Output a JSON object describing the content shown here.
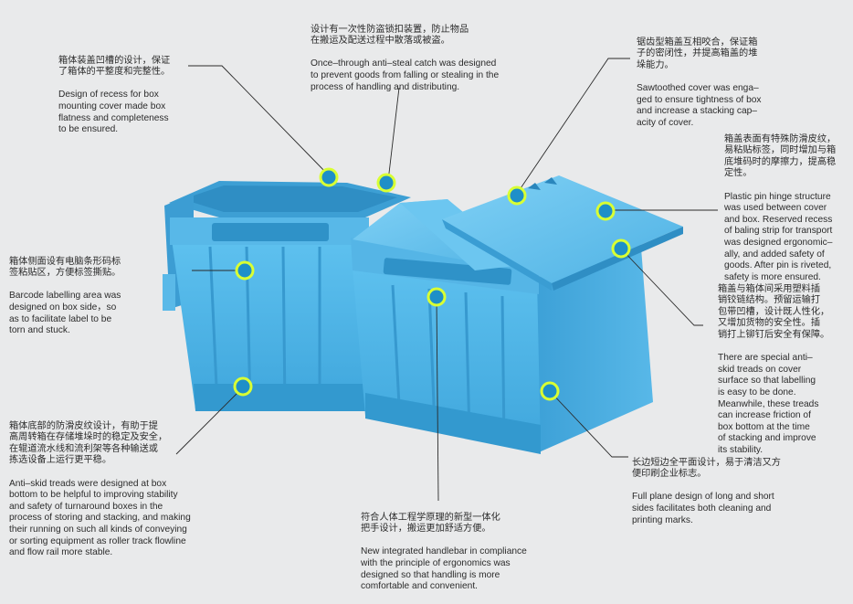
{
  "notes": {
    "recess": {
      "cn": "箱体装盖凹槽的设计，保证\n了箱体的平整度和完整性。",
      "en": "Design of recess for box\nmounting cover made box\nflatness and completeness\nto be ensured."
    },
    "catch": {
      "cn": "设计有一次性防盗锁扣装置，防止物品\n在搬运及配送过程中散落或被盗。",
      "en": "Once–through anti–steal catch was designed\nto prevent goods from falling or stealing in the\nprocess of handling and distributing."
    },
    "sawtooth": {
      "cn": "锯齿型箱盖互相咬合，保证箱\n子的密闭性，并提高箱盖的堆\n垛能力。",
      "en": "Sawtoothed cover was enga–\nged to ensure tightness of box\nand increase a stacking cap–\nacity of cover."
    },
    "hinge": {
      "cn": "箱盖表面有特殊防滑皮纹，\n易粘贴标签，同时增加与箱\n底堆码时的摩擦力，提高稳\n定性。",
      "en": "Plastic pin hinge structure\nwas used between cover\nand box. Reserved recess\nof baling strip for transport\nwas designed ergonomic–\nally, and added safety of\ngoods. After pin is riveted,\nsafety is more ensured."
    },
    "treads": {
      "cn": "箱盖与箱体间采用塑料插\n销铰链结构。预留运输打\n包带凹槽，设计既人性化，\n又增加货物的安全性。插\n销打上铆钉后安全有保障。",
      "en": "There are special anti–\nskid treads on cover\nsurface so that labelling\nis easy to be done.\nMeanwhile, these treads\ncan increase friction of\nbox bottom at the time\nof stacking and improve\nits stability."
    },
    "barcode": {
      "cn": "箱体侧面设有电脑条形码标\n签粘贴区，方便标签撕贴。",
      "en": "Barcode labelling area was\ndesigned on box side，so\nas to facilitate label to be\ntorn and stuck."
    },
    "bottom": {
      "cn": "箱体底部的防滑皮纹设计，有助于提\n高周转箱在存储堆垛时的稳定及安全，\n在辊道流水线和流利架等各种输送或\n拣选设备上运行更平稳。",
      "en": "Anti–skid treads were designed at box\nbottom to be helpful to improving stability\nand safety of turnaround boxes in the\nprocess of storing and stacking, and making\ntheir running on such all kinds of conveying\nor sorting equipment as roller track flowline\nand flow rail more stable."
    },
    "plane": {
      "cn": "长边短边全平面设计，易于清洁又方\n便印刷企业标志。",
      "en": "Full plane design of long and short\nsides facilitates both cleaning and\nprinting marks."
    },
    "handle": {
      "cn": "符合人体工程学原理的新型一体化\n把手设计，搬运更加舒适方便。",
      "en": "New integrated handlebar in compliance\nwith the principle of ergonomics was\ndesigned so that handling is more\ncomfortable and convenient."
    }
  },
  "colors": {
    "box_blue": "#4db3e6",
    "box_dark": "#2a8fc4",
    "highlight_ring": "#d9ff33",
    "background": "#e9eaeb"
  }
}
